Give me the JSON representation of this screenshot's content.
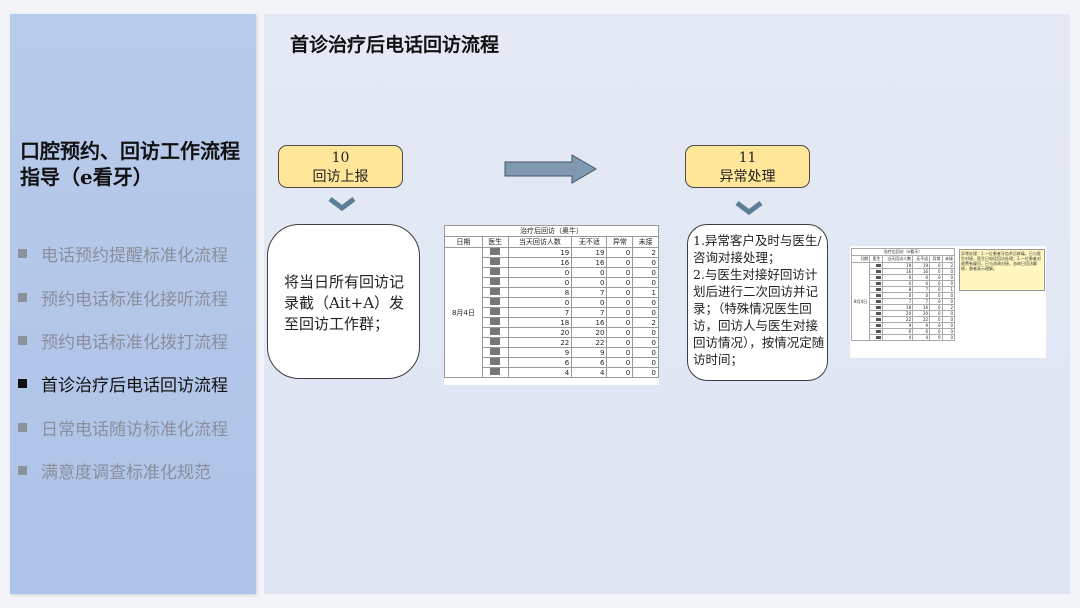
{
  "sidebar": {
    "heading": "口腔预约、回访工作流程指导（e看牙）",
    "menu": [
      {
        "label": "电话预约提醒标准化流程",
        "active": false
      },
      {
        "label": "预约电话标准化接听流程",
        "active": false
      },
      {
        "label": "预约电话标准化拨打流程",
        "active": false
      },
      {
        "label": "首诊治疗后电话回访流程",
        "active": true
      },
      {
        "label": "日常电话随访标准化流程",
        "active": false
      },
      {
        "label": "满意度调查标准化规范",
        "active": false
      }
    ]
  },
  "main": {
    "title": "首诊治疗后电话回访流程",
    "step1": {
      "number": "10",
      "label": "回访上报",
      "text": "将当日所有回访记录截（Ait+A）发至回访工作群；"
    },
    "step2": {
      "number": "11",
      "label": "异常处理",
      "text": [
        "1.异常客户及时与医生/咨询对接处理；",
        "2.与医生对接好回访计划后进行二次回访并记录；（特殊情况医生回访，回访人与医生对接回访情况），按情况定随访时间；"
      ]
    },
    "table1": {
      "title": "治疗后回访（奥牛）",
      "headers": [
        "日期",
        "医生",
        "当天回访人数",
        "无不适",
        "异常",
        "未接"
      ],
      "date": "8月4日",
      "rows": [
        [
          "19",
          "19",
          "0",
          "2"
        ],
        [
          "16",
          "16",
          "0",
          "0"
        ],
        [
          "0",
          "0",
          "0",
          "0"
        ],
        [
          "0",
          "0",
          "0",
          "0"
        ],
        [
          "8",
          "7",
          "0",
          "1"
        ],
        [
          "0",
          "0",
          "0",
          "0"
        ],
        [
          "7",
          "7",
          "0",
          "0"
        ],
        [
          "18",
          "16",
          "0",
          "2"
        ],
        [
          "20",
          "20",
          "0",
          "0"
        ],
        [
          "22",
          "22",
          "0",
          "0"
        ],
        [
          "9",
          "9",
          "0",
          "0"
        ],
        [
          "6",
          "6",
          "0",
          "0"
        ],
        [
          "4",
          "4",
          "0",
          "0"
        ]
      ]
    },
    "table2": {
      "title": "治疗后回访（e看牙）",
      "headers": [
        "日期",
        "医生",
        "当天回访人数",
        "无不适",
        "异常",
        "未接"
      ],
      "date": "8月4日",
      "note": "异常处理：1.一位患者牙齿术后疼痛，已与医生对接，医生已电话回访处理；2.一位患者对收费有疑问，已与咨询对接，咨询已回访解释，患者表示理解。"
    }
  },
  "colors": {
    "step_fill": "#ffe699",
    "arrow_fill": "#7f9ab0",
    "chevron": "#5d7f96",
    "sidebar": "#b9cbea"
  }
}
